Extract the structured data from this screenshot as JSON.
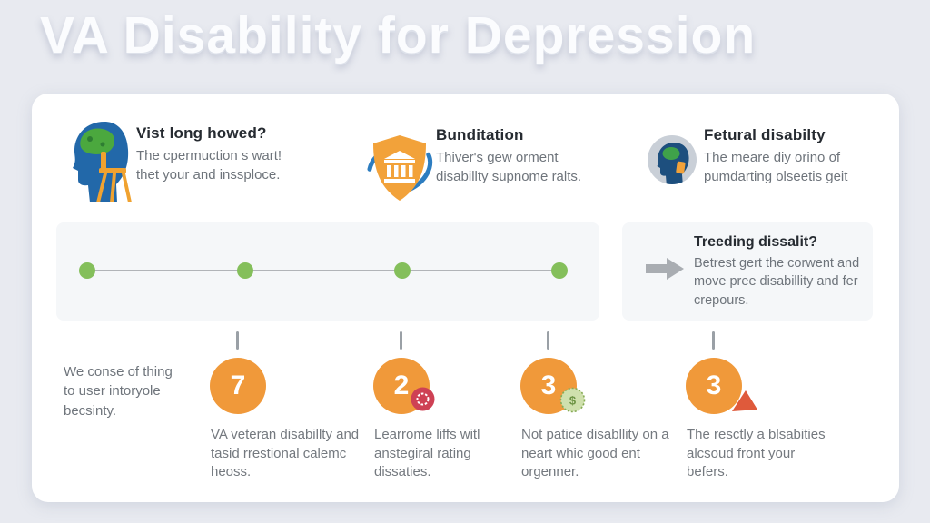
{
  "title": "VA Disability for Depression",
  "features": [
    {
      "icon": "head-brain-easel-icon",
      "title": "Vist long howed?",
      "body": "The cpermuction s wart! thet your and inssploce."
    },
    {
      "icon": "shield-bank-icon",
      "title": "Bunditation",
      "body": "Thiver's gew orment disabillty supnome ralts."
    },
    {
      "icon": "head-circle-icon",
      "title": "Fetural disabilty",
      "body": "The meare diy orino of pumdarting olseetis geit"
    }
  ],
  "timeline": {
    "dots": 4,
    "dot_color": "#84bf5b",
    "line_color": "#b1b4b8"
  },
  "callout": {
    "icon": "right-arrow-icon",
    "title": "Treeding dissalit?",
    "body": "Betrest gert the corwent and move pree disabillity and fer crepours."
  },
  "note": "We conse of thing to user intoryole becsinty.",
  "steps": [
    {
      "number": "7",
      "badge": "none",
      "text": "VA veteran disabillty and tasid rrestional calemc heoss."
    },
    {
      "number": "2",
      "badge": "red-ring-badge",
      "text": "Learrome liffs witl anstegiral rating dissaties."
    },
    {
      "number": "3",
      "badge": "green-coin-badge",
      "badge_glyph": "$",
      "text": "Not patice disabllity on a neart whic good ent orgenner."
    },
    {
      "number": "3",
      "badge": "red-triangle-badge",
      "text": "The resctly a blsabities alcsoud front your befers."
    }
  ],
  "colors": {
    "page_bg": "#e8eaf0",
    "card_bg": "#ffffff",
    "panel_bg": "#f5f7f9",
    "accent_orange": "#f0993a",
    "dot_green": "#84bf5b",
    "badge_red": "#ce4154",
    "triangle_red": "#df5a3b",
    "heading_text": "#262b31",
    "body_text": "#6e747b"
  }
}
